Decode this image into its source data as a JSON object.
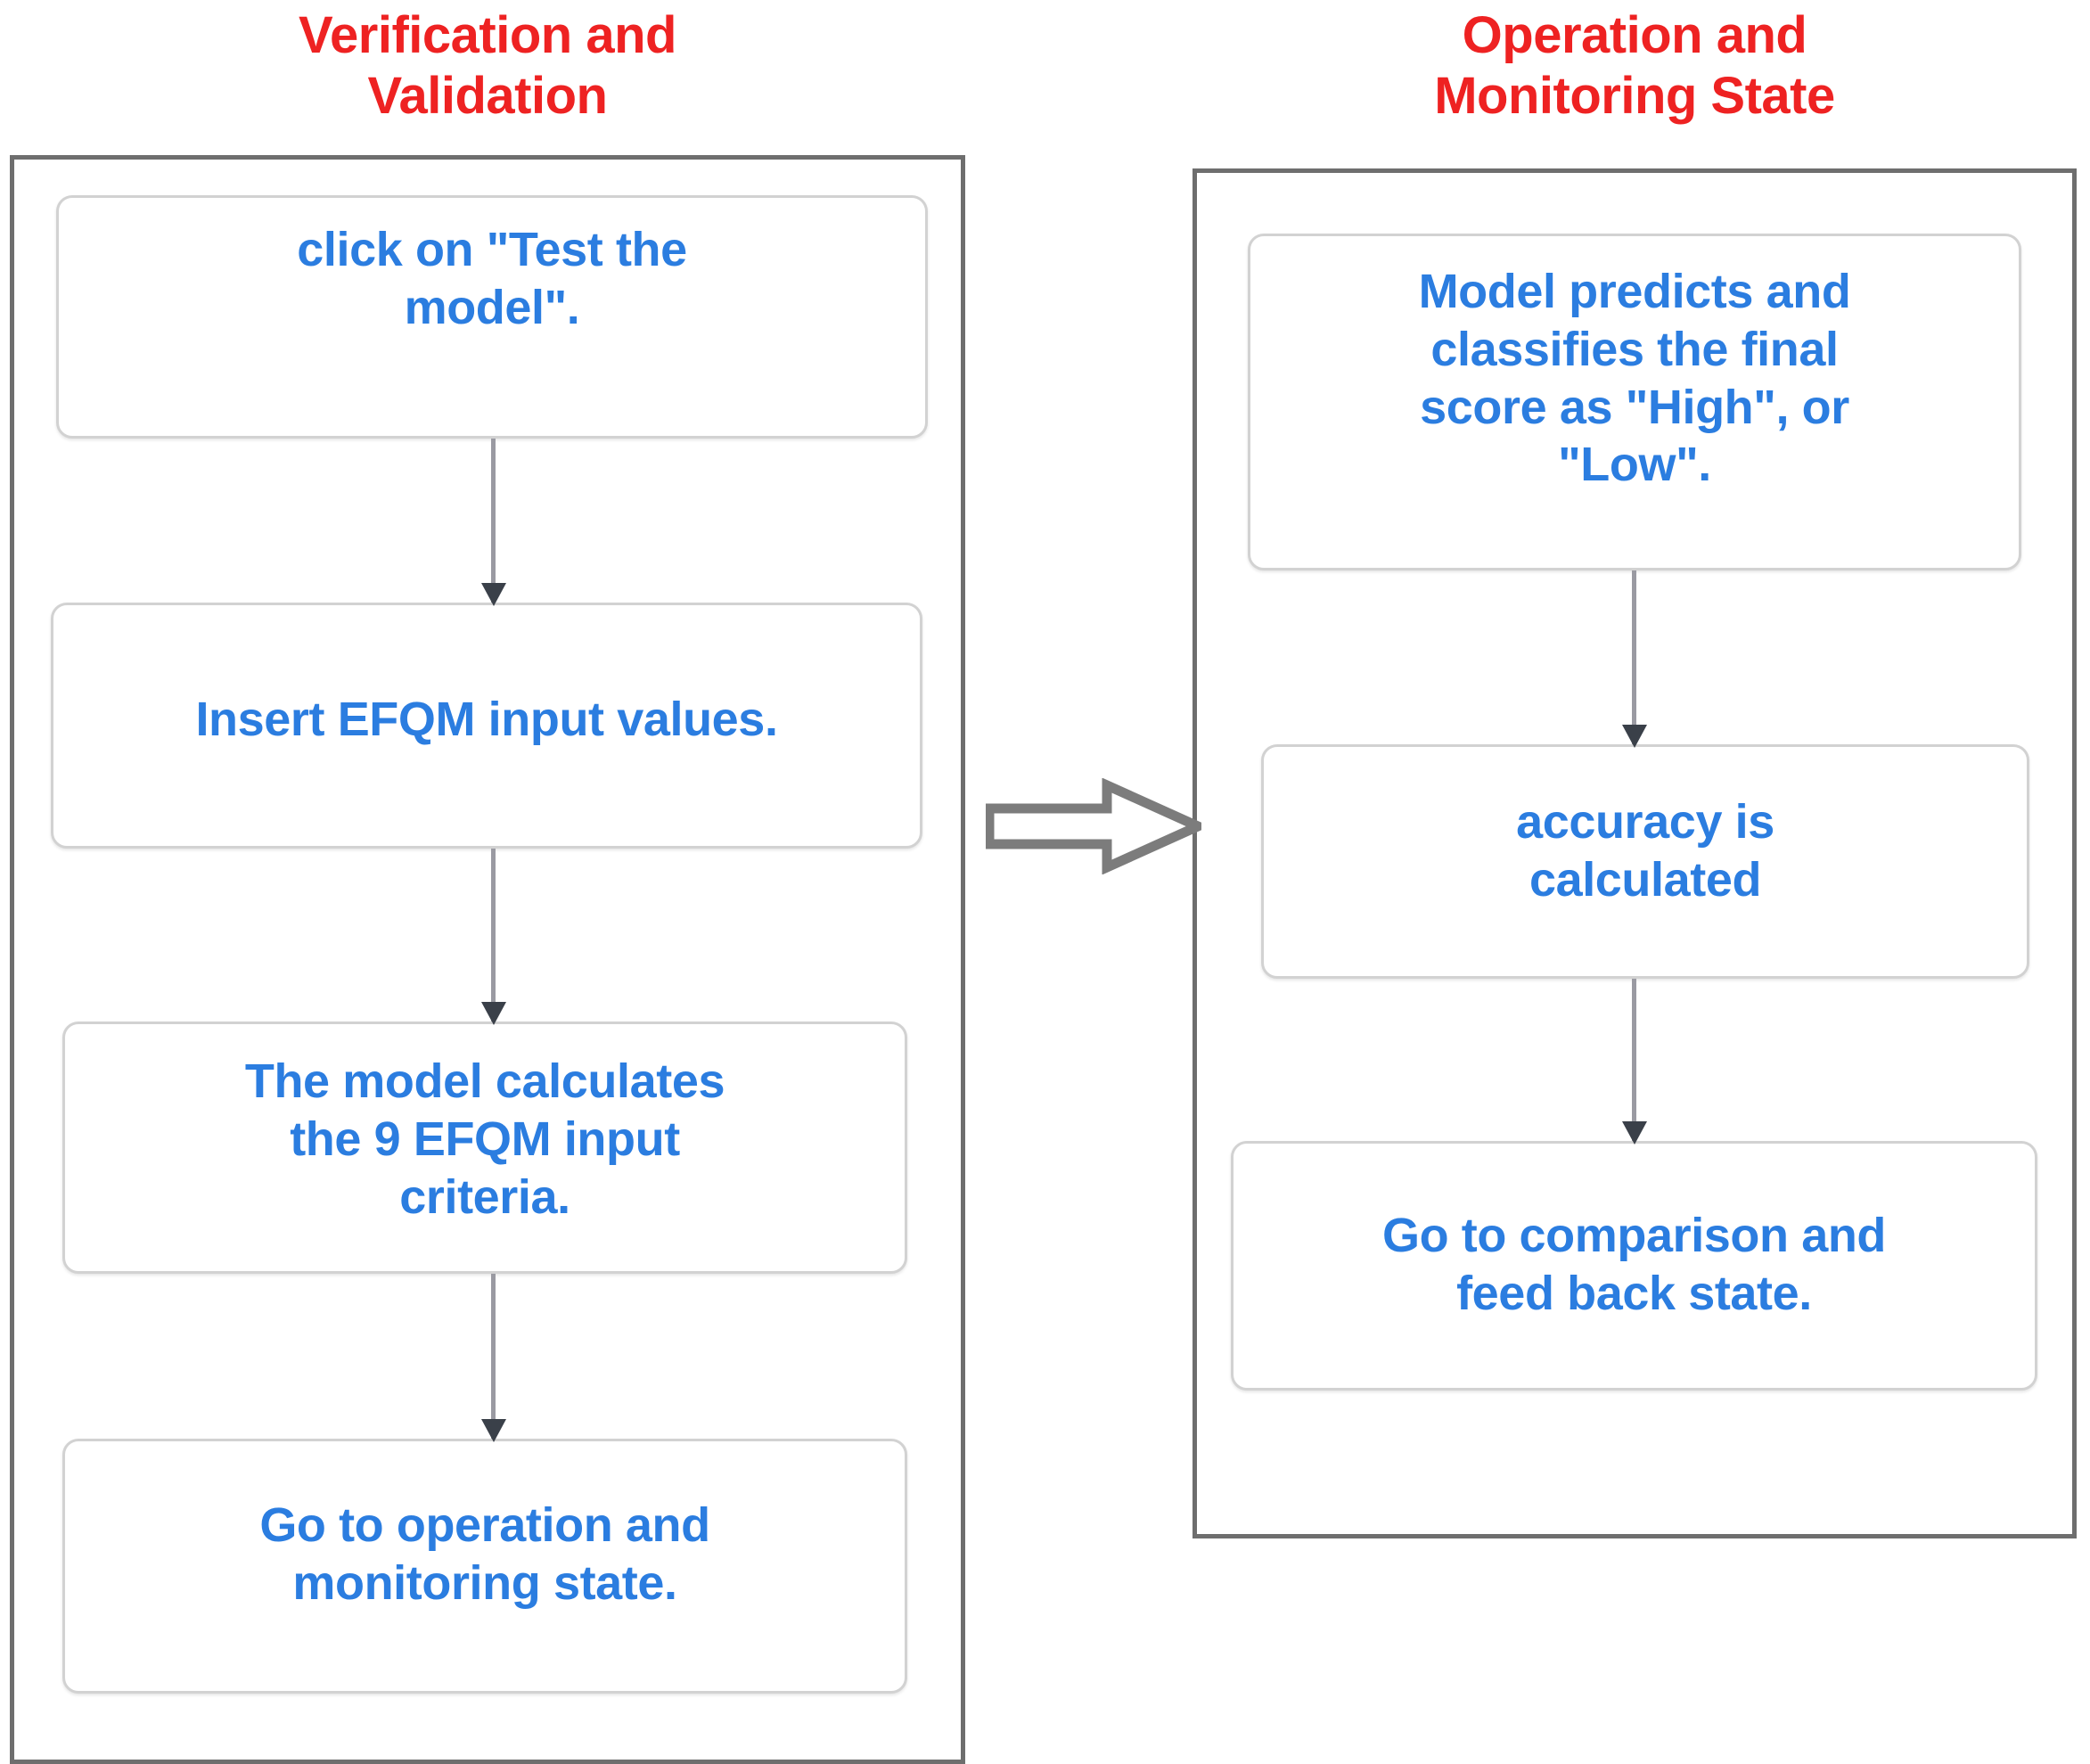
{
  "diagram": {
    "type": "flowchart",
    "accent_red": "#ee2222",
    "accent_blue": "#2b7de0",
    "border_gray": "#6e6e6e",
    "node_border_gray": "#d2d2d2",
    "connector_gray": "#9a9aa2",
    "columns": [
      {
        "id": "verification-and-validation",
        "title": "Verification and\nValidation",
        "nodes": [
          {
            "id": "click-test-the-model",
            "text": "click on \"Test the\nmodel\"."
          },
          {
            "id": "insert-efqm-input-values",
            "text": "Insert EFQM input values."
          },
          {
            "id": "model-calculates-criteria",
            "text": "The model calculates\nthe 9 EFQM input\ncriteria."
          },
          {
            "id": "go-to-operation-monitoring",
            "text": "Go to operation and\nmonitoring state."
          }
        ]
      },
      {
        "id": "operation-and-monitoring-state",
        "title": "Operation and\nMonitoring State",
        "nodes": [
          {
            "id": "model-predicts-classifies",
            "text": "Model predicts and\nclassifies the final\nscore as \"High\", or\n\"Low\"."
          },
          {
            "id": "accuracy-is-calculated",
            "text": "accuracy is\ncalculated"
          },
          {
            "id": "go-to-comparison-feedback",
            "text": "Go to comparison and\nfeed back state."
          }
        ]
      }
    ],
    "connectors": {
      "vertical_icon": "down-arrow-icon",
      "horizontal_icon": "right-block-arrow-icon"
    }
  }
}
